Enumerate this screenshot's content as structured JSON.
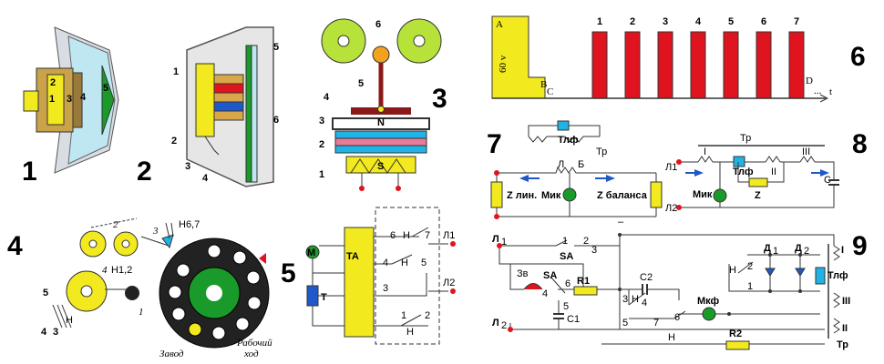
{
  "colors": {
    "red": "#e0141e",
    "yellow": "#f2ea1e",
    "green": "#1a9a2a",
    "blue": "#1f58c8",
    "lightgreen": "#b6e23a",
    "cyan": "#20b4e6",
    "tan": "#d9a64a"
  },
  "panels": {
    "p1": "1",
    "p2": "2",
    "p3": "3",
    "p4": "4",
    "p5": "5",
    "p6": "6",
    "p7": "7",
    "p8": "8",
    "p9": "9"
  },
  "fig1": {
    "l1": "1",
    "l2": "2",
    "l3": "3",
    "l4": "4",
    "l5": "5"
  },
  "fig2": {
    "l1": "1",
    "l2": "2",
    "l3": "3",
    "l4": "4",
    "l5": "5",
    "l6": "6"
  },
  "fig3": {
    "l1": "1",
    "l2": "2",
    "l3": "3",
    "l4": "4",
    "l5": "5",
    "l6": "6",
    "n": "N",
    "s": "S"
  },
  "fig4": {
    "l2": "2",
    "l3": "3",
    "n67": "Н6,7",
    "l4": "4",
    "n12": "Н1,2",
    "l5": "5",
    "l1": "1",
    "h": "Н",
    "l4b": "4",
    "l3b": "3",
    "zavod": "Завод",
    "rab1": "Рабочий",
    "rab2": "ход"
  },
  "fig5": {
    "m": "М",
    "ta": "TA",
    "t": "Т",
    "l6": "6",
    "h1": "Н",
    "l7": "7",
    "l4": "4",
    "h2": "Н",
    "l5": "5",
    "l3": "3",
    "l1": "1",
    "l2": "2",
    "h3": "Н",
    "L1": "Л1",
    "L2": "Л2"
  },
  "fig6": {
    "a": "A",
    "v": "60 v",
    "b": "B",
    "c": "C",
    "d": "D",
    "t": "t",
    "dots": "...",
    "pulses": [
      "1",
      "2",
      "3",
      "4",
      "5",
      "6",
      "7"
    ]
  },
  "fig7": {
    "tlf": "Тлф",
    "tr": "Тр",
    "l": "Л",
    "b": "Б",
    "zlin": "Z лин.",
    "mik": "Мик",
    "zbal": "Z баланса",
    "dash": "–"
  },
  "fig8": {
    "tr": "Тр",
    "l1": "Л1",
    "i": "I",
    "tlf": "Тлф",
    "ii": "II",
    "iii": "III",
    "z": "Z",
    "mik": "Мик",
    "c": "С",
    "l2": "Л2"
  },
  "fig9": {
    "L1": "Л",
    "L1s": "1",
    "L2": "Л",
    "L2s": "2",
    "n1": "1",
    "n2": "2",
    "n3": "3",
    "sa1": "SA",
    "sa2": "SA",
    "zv": "Зв",
    "n4": "4",
    "n6": "6",
    "n5": "5",
    "r1": "R1",
    "c1": "C1",
    "c2": "C2",
    "n3b": "3",
    "h1": "Н",
    "n4b": "4",
    "n5b": "5",
    "n7": "7",
    "n6b": "6",
    "h2": "Н",
    "mkf": "Мкф",
    "d1": "Д",
    "d1s": "1",
    "d2": "Д",
    "d2s": "2",
    "h3": "Н",
    "n2b": "2",
    "n1b": "1",
    "i": "I",
    "tlf": "Тлф",
    "iii": "III",
    "ii": "II",
    "r2": "R2",
    "tr": "Тр"
  }
}
